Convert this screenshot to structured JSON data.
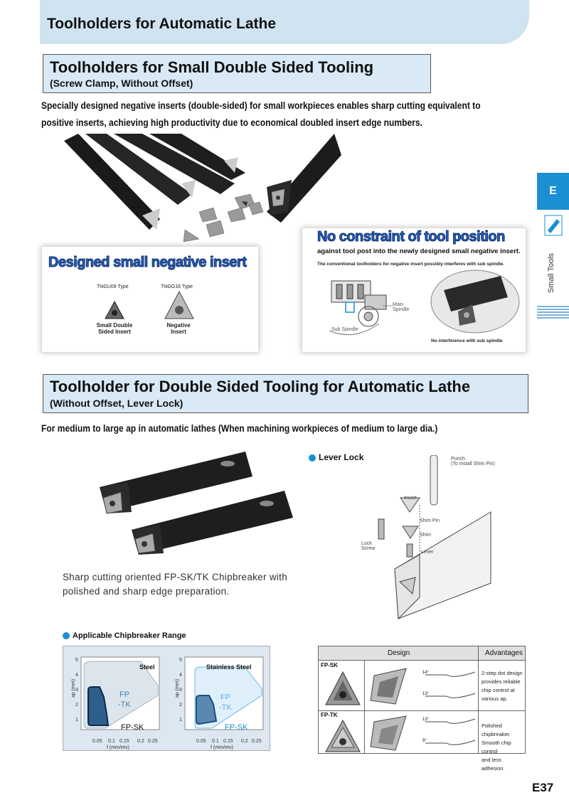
{
  "header": {
    "title": "Toolholders for Automatic Lathe"
  },
  "section1": {
    "title": "Toolholders for Small Double Sided Tooling",
    "subtitle": "(Screw Clamp, Without Offset)",
    "description_line1": "Specially designed negative inserts (double-sided) for small workpieces enables sharp cutting equivalent to",
    "description_line2": "positive inserts, achieving high productivity due to economical doubled insert edge numbers."
  },
  "panel_left": {
    "heading": "Designed small negative insert",
    "type1": "TNGU09 Type",
    "type2": "TNGG16 Type",
    "label1_line1": "Small Double",
    "label1_line2": "Sided Insert",
    "label2_line1": "Negative",
    "label2_line2": "Insert"
  },
  "panel_right": {
    "heading": "No constraint of tool position",
    "sub1": "against tool post into the newly designed small negative insert.",
    "sub2": "The conventional toolholders for negative insert possibly interferes with sub spindle.",
    "main_spindle_line1": "Main",
    "main_spindle_line2": "Spindle",
    "sub_spindle": "Sub Spindle",
    "no_interference": "No interference with sub spindle"
  },
  "section2": {
    "title": "Toolholder for Double Sided Tooling for Automatic Lathe",
    "subtitle": "(Without Offset, Lever Lock)",
    "description": "For medium to large ap in automatic lathes (When machining workpieces of medium to large dia.)"
  },
  "lever_lock": {
    "title": "Lever Lock",
    "punch_line1": "Punch",
    "punch_line2": "(To install Shim Pin)",
    "insert": "Insert",
    "shim_pin": "Shim Pin",
    "shim": "Shim",
    "lock_screw_line1": "Lock",
    "lock_screw_line2": "Screw",
    "lever": "Lever"
  },
  "caption": {
    "line1": "Sharp cutting oriented FP-SK/TK Chipbreaker with",
    "line2": "polished and sharp edge preparation."
  },
  "chipbreaker": {
    "title": "Applicable Chipbreaker Range",
    "steel_label": "Steel",
    "stainless_label": "Stainless Steel",
    "ylabel": "ap (mm)",
    "xlabel": "f  (mm/rev)",
    "yticks": [
      "5",
      "4",
      "3",
      "2",
      "1"
    ],
    "xticks": [
      "0.05",
      "0.1",
      "0.15",
      "0.2",
      "0.25"
    ],
    "fp_tk": "FP-TK",
    "fp_tk_line1": "FP",
    "fp_tk_line2": "-TK",
    "fp_sk": "FP-SK"
  },
  "design_table": {
    "header_design": "Design",
    "header_advantages": "Advantages",
    "row1_name": "FP-SK",
    "row1_angle1": "14°",
    "row1_angle2": "13°",
    "row1_adv": [
      "2-step dot design",
      "provides reliable",
      "chip control at",
      "various ap."
    ],
    "row2_name": "FP-TK",
    "row2_angle1": "13°",
    "row2_angle2": "9°",
    "row2_adv": [
      "Polished chipbreaker.",
      "Smooth chip control",
      "and less adhesion."
    ]
  },
  "side_tab": {
    "letter": "E",
    "label": "Small Tools"
  },
  "page_number": "E37",
  "colors": {
    "accent": "#1b8fd3",
    "banner": "#cfe3f1",
    "section": "#d9e9f5"
  }
}
